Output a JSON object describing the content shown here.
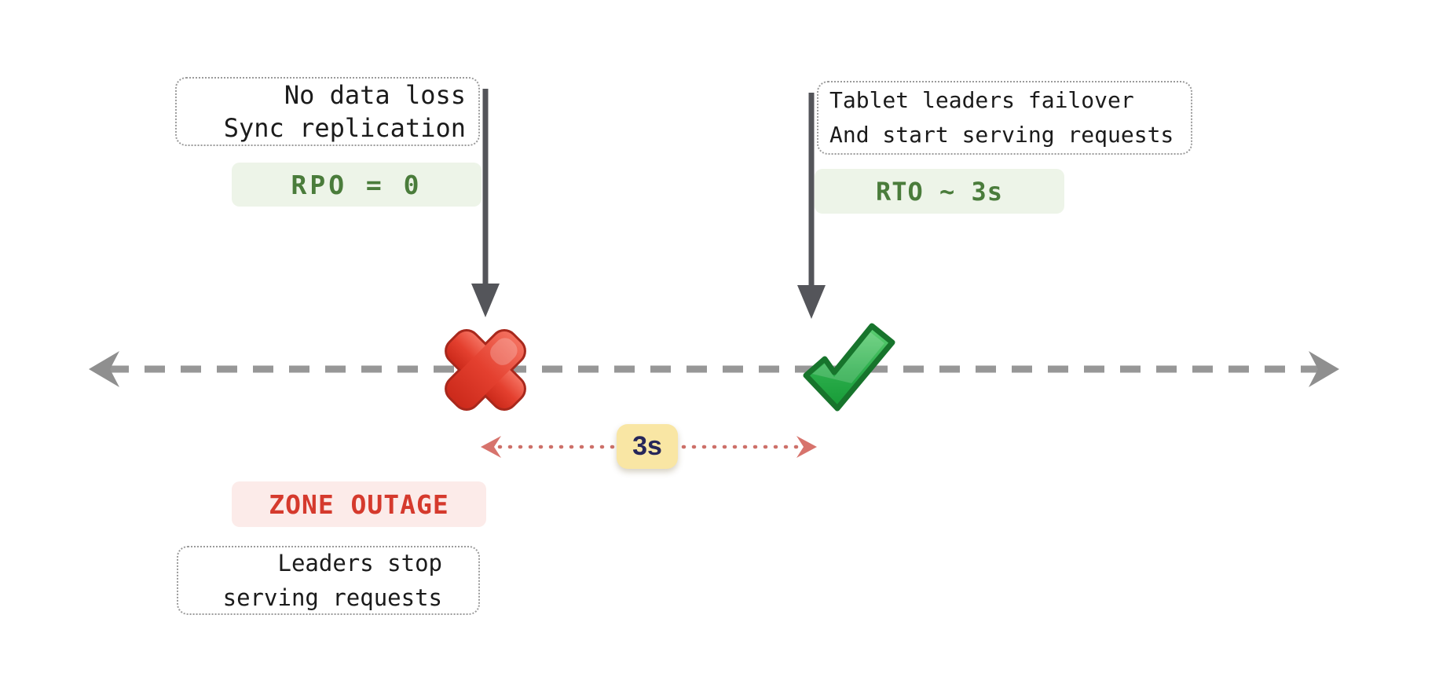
{
  "diagram": {
    "left_note": {
      "line1": "No data loss",
      "line2": "Sync replication"
    },
    "rpo_badge": {
      "label": "RPO = 0"
    },
    "right_note": {
      "line1": "Tablet leaders failover",
      "line2": "And start serving requests"
    },
    "rto_badge": {
      "label": "RTO ~ 3s"
    },
    "duration_badge": {
      "label": "3s"
    },
    "outage_badge": {
      "label": "ZONE OUTAGE"
    },
    "bottom_note": {
      "line1": "Leaders stop",
      "line2": "serving requests"
    },
    "icons": {
      "cross": "cross-mark-emoji (zone outage event)",
      "check": "check-mark-emoji (failover complete event)",
      "timeline": "gray-dashed-double-arrow-timeline",
      "event_arrows": "dark-down-arrows",
      "duration_arrow": "red-dotted-double-arrow"
    },
    "colors": {
      "badge_green_bg": "#edf4e8",
      "badge_green_text": "#4a7c3b",
      "badge_red_bg": "#fcebe9",
      "badge_red_text": "#d53a2d",
      "badge_yellow_bg": "#f9e6a4",
      "badge_yellow_text": "#26265a",
      "timeline_gray": "#979797",
      "arrow_gray": "#54555a",
      "duration_line": "#cd7069",
      "note_border": "#9b9b9b",
      "note_text": "#1b1b1b"
    }
  }
}
